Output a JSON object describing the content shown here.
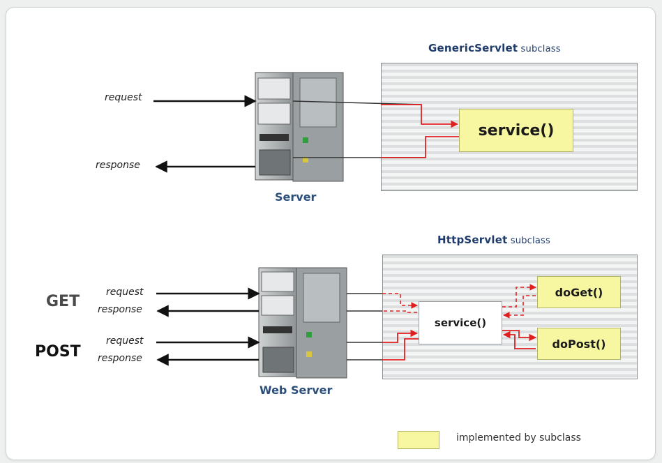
{
  "top": {
    "title_bold": "GenericServlet",
    "title_rest": " subclass",
    "method_box": "service()",
    "request_label": "request",
    "response_label": "response",
    "server_caption": "Server"
  },
  "bottom": {
    "title_bold": "HttpServlet",
    "title_rest": " subclass",
    "service_box": "service()",
    "doget_box": "doGet()",
    "dopost_box": "doPost()",
    "get_label": "GET",
    "post_label": "POST",
    "get_request": "request",
    "get_response": "response",
    "post_request": "request",
    "post_response": "response",
    "server_caption": "Web Server"
  },
  "legend": {
    "text": "implemented by subclass"
  },
  "colors": {
    "flow": "#e02020",
    "implemented": "#f7f7a1",
    "caption": "#2b4f7a"
  }
}
